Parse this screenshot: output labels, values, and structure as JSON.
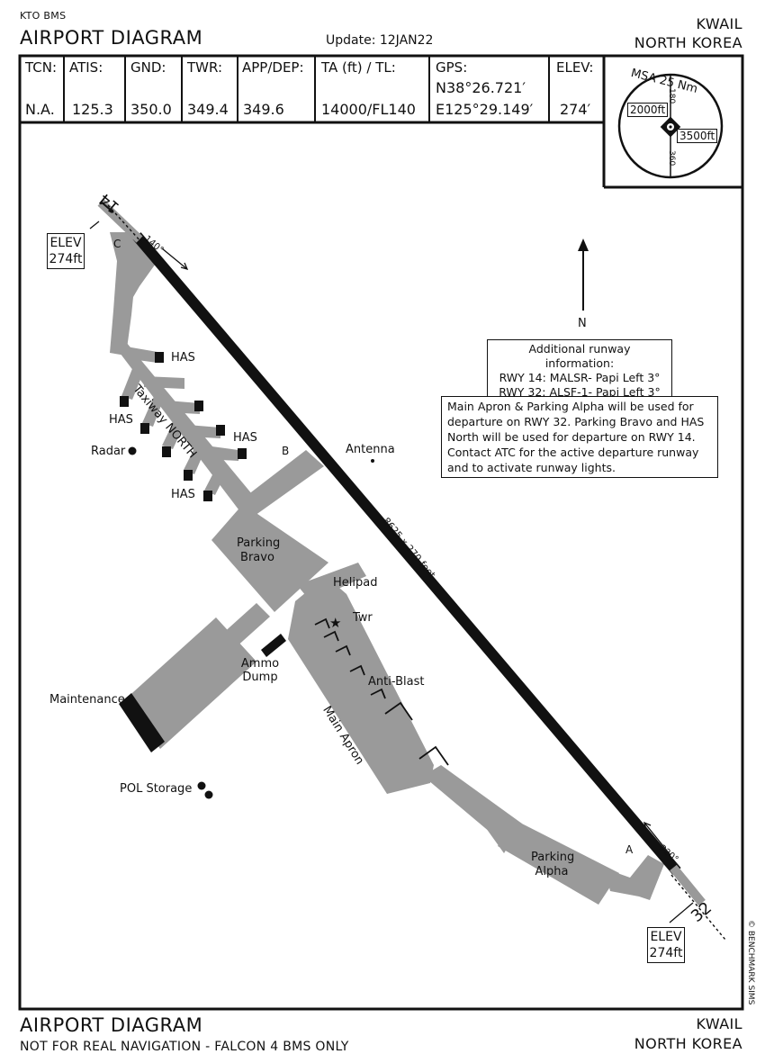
{
  "header": {
    "program": "KTO BMS",
    "title": "AIRPORT DIAGRAM",
    "update": "Update: 12JAN22",
    "airport": "KWAIL",
    "country": "NORTH KOREA"
  },
  "info": {
    "tcn": {
      "label": "TCN:",
      "value": "N.A."
    },
    "atis": {
      "label": "ATIS:",
      "value": "125.3"
    },
    "gnd": {
      "label": "GND:",
      "value": "350.0"
    },
    "twr": {
      "label": "TWR:",
      "value": "349.4"
    },
    "app": {
      "label": "APP/DEP:",
      "value": "349.6"
    },
    "ta": {
      "label": "TA (ft) / TL:",
      "value": "14000/FL140"
    },
    "gps": {
      "label": "GPS:",
      "lat": "N38°26.721′",
      "lon": "E125°29.149′"
    },
    "elev": {
      "label": "ELEV:",
      "value": "274′"
    }
  },
  "msa": {
    "title": "MSA 25 Nm",
    "alt1": "2000ft",
    "alt2": "3500ft",
    "bearing1": "180",
    "bearing2": "360"
  },
  "map": {
    "rwy14": "14",
    "rwy32": "32",
    "hdg140": "140°",
    "hdg320": "320°",
    "elev_nw": [
      "ELEV",
      "274ft"
    ],
    "elev_se": [
      "ELEV",
      "274ft"
    ],
    "runway_dims": "8625 x 270 feet",
    "taxiway": "Taxiway NORTH",
    "has_labels": [
      "HAS",
      "HAS",
      "HAS",
      "HAS"
    ],
    "radar": "Radar",
    "antenna": "Antenna",
    "parking_bravo": [
      "Parking",
      "Bravo"
    ],
    "helipad": "Helipad",
    "twr": "Twr",
    "ammo": [
      "Ammo",
      "Dump"
    ],
    "anti_blast": "Anti-Blast",
    "main_apron": "Main Apron",
    "maintenance": "Maintenance",
    "pol": "POL Storage",
    "parking_alpha": [
      "Parking",
      "Alpha"
    ],
    "twy_a": "A",
    "twy_b": "B",
    "twy_c": "C",
    "north": "N",
    "copyright": "© BENCHMARK SIMS"
  },
  "notes": {
    "runway_info": [
      "Additional runway information:",
      "RWY 14: MALSR- Papi Left 3°",
      "RWY 32: ALSF-1- Papi Left 3°"
    ],
    "departure": [
      "Main Apron & Parking Alpha will be used for",
      "departure on RWY 32. Parking Bravo and HAS",
      "North will be used for departure on RWY 14.",
      "Contact ATC for the active departure runway",
      "and to activate runway lights."
    ]
  },
  "footer": {
    "title": "AIRPORT DIAGRAM",
    "disclaimer": "NOT FOR REAL NAVIGATION - FALCON 4 BMS ONLY",
    "airport": "KWAIL",
    "country": "NORTH KOREA"
  }
}
